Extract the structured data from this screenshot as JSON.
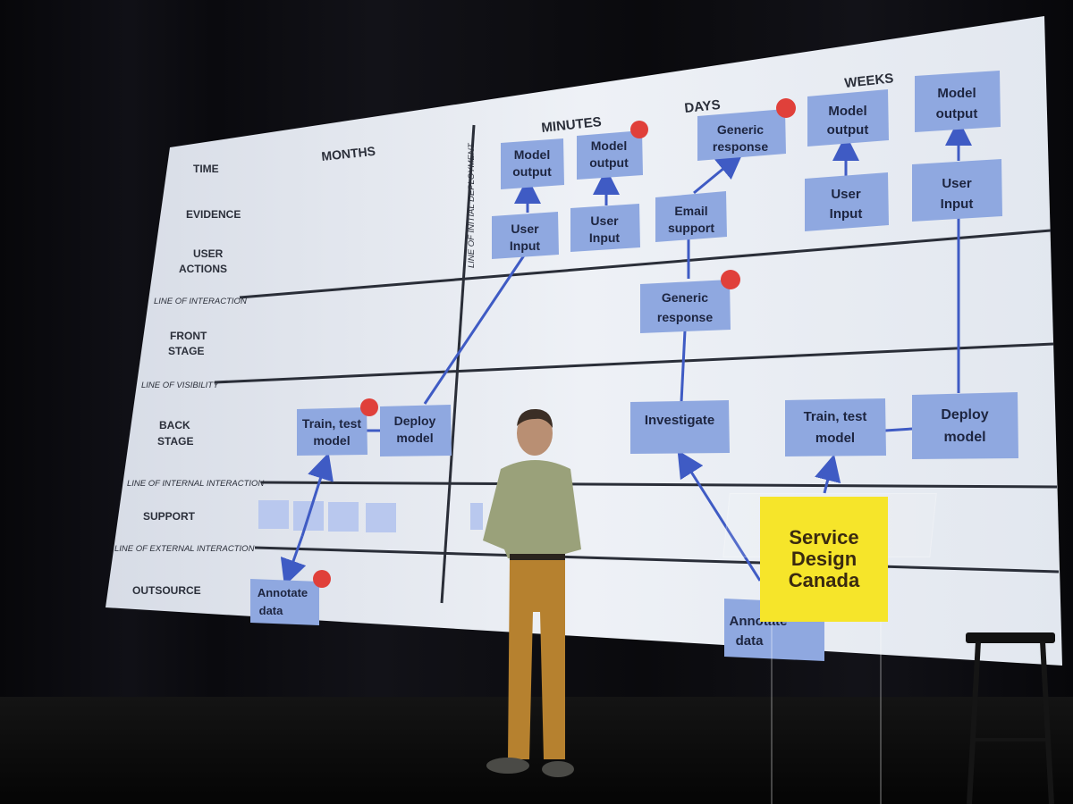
{
  "columns": [
    "MONTHS",
    "MINUTES",
    "DAYS",
    "WEEKS"
  ],
  "rows": [
    "TIME",
    "EVIDENCE",
    "USER",
    "ACTIONS",
    "FRONT",
    "STAGE",
    "BACK",
    "STAGE",
    "SUPPORT",
    "OUTSOURCE"
  ],
  "lines": {
    "interaction": "LINE OF INTERACTION",
    "visibility": "LINE OF VISIBILITY",
    "internal": "LINE OF INTERNAL INTERACTION",
    "external": "LINE OF EXTERNAL INTERACTION",
    "deployment": "LINE OF INITIAL DEPLOYMENT"
  },
  "boxes": {
    "model_output_1": [
      "Model",
      "output"
    ],
    "model_output_2": [
      "Model",
      "output"
    ],
    "generic_response_top": [
      "Generic",
      "response"
    ],
    "model_output_3": [
      "Model",
      "output"
    ],
    "model_output_4": [
      "Model",
      "output"
    ],
    "user_input_1": [
      "User",
      "Input"
    ],
    "user_input_2": [
      "User",
      "Input"
    ],
    "email_support": [
      "Email",
      "support"
    ],
    "user_input_3": [
      "User",
      "Input"
    ],
    "user_input_4": [
      "User",
      "Input"
    ],
    "generic_response_mid": [
      "Generic",
      "response"
    ],
    "train_test_1": [
      "Train, test",
      "model"
    ],
    "deploy_1": [
      "Deploy",
      "model"
    ],
    "investigate": [
      "Investigate"
    ],
    "train_test_2": [
      "Train, test",
      "model"
    ],
    "deploy_2": [
      "Deploy",
      "model"
    ],
    "annotate_1": [
      "Annotate",
      "data"
    ],
    "annotate_2": [
      "Annotate",
      "data"
    ]
  },
  "podium": [
    "Service",
    "Design",
    "Canada"
  ],
  "colors": {
    "screen": "#e6ebf3",
    "box": "#8fa8e0",
    "line": "#2a2e38",
    "arrow": "#3f5bc4",
    "dot": "#e0403a",
    "podium": "#f6e52a"
  }
}
